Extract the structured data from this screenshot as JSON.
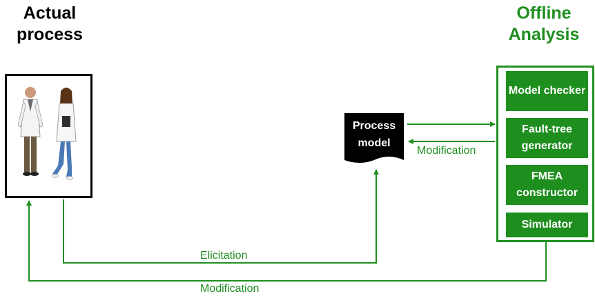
{
  "titles": {
    "left": "Actual process",
    "right": "Offline Analysis"
  },
  "process_model": {
    "label": "Process model"
  },
  "tools": [
    "Model checker",
    "Fault-tree generator",
    "FMEA constructor",
    "Simulator"
  ],
  "arrows": {
    "elicitation": "Elicitation",
    "modification_top": "Modification",
    "modification_bottom": "Modification"
  },
  "colors": {
    "accent": "#1e8f1e",
    "black": "#000000"
  }
}
